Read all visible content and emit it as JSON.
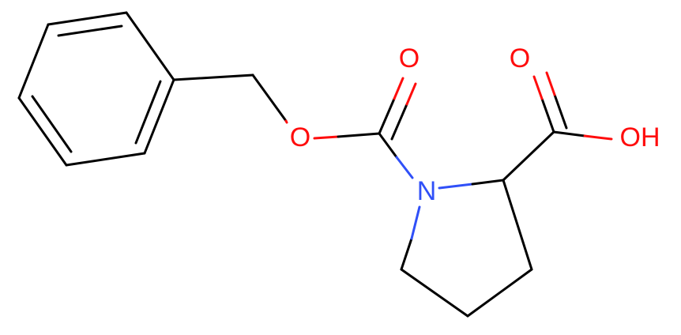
{
  "molecule": {
    "atoms": {
      "o_ester": {
        "label": "O"
      },
      "o_carbamate_carbonyl": {
        "label": "O"
      },
      "o_acid_carbonyl": {
        "label": "O"
      },
      "oh_acid": {
        "label": "OH"
      },
      "n_ring": {
        "label": "N"
      }
    }
  },
  "colors": {
    "bond": "#000000",
    "oxygen": "#ff0d0d",
    "nitrogen": "#3050f8",
    "background": "#ffffff"
  }
}
